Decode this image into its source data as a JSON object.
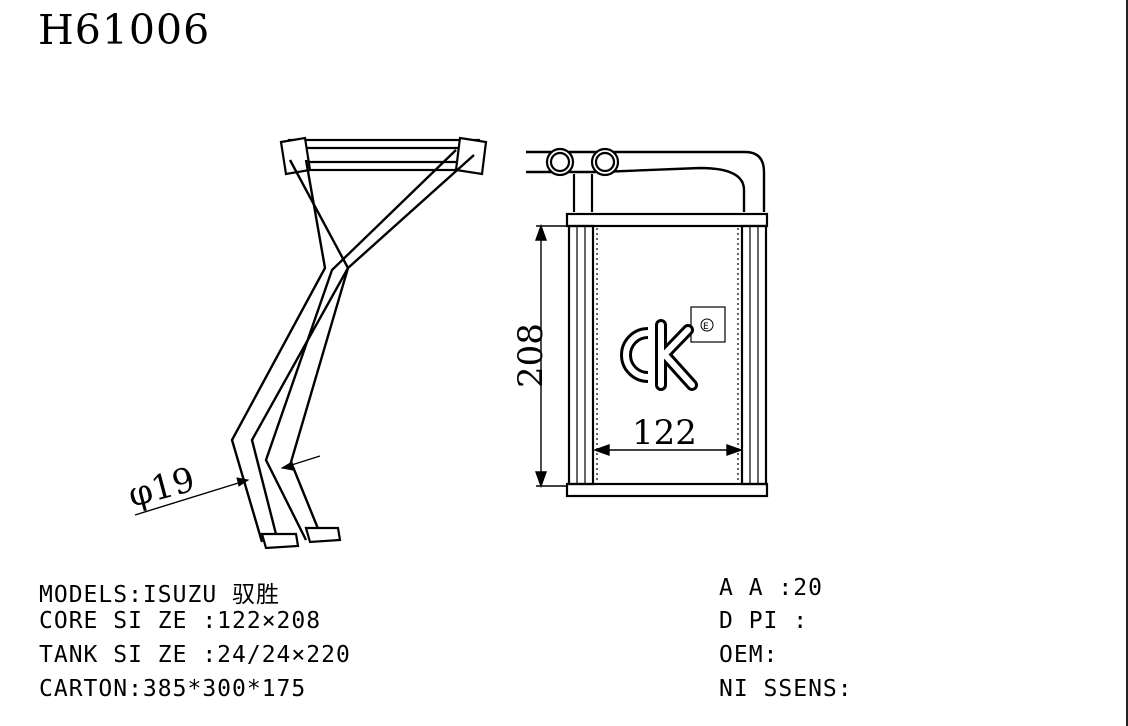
{
  "header": {
    "part_number": "H61006"
  },
  "drawing": {
    "dim_height": "208",
    "dim_width": "122",
    "dim_pipe": "φ19",
    "logo_text": "ck",
    "logo_mark": "E"
  },
  "specs_left": {
    "models": "MODELS:ISUZU 驭胜",
    "core_size": "CORE SI ZE :122×208",
    "tank_size": "TANK SI ZE :24/24×220",
    "carton": "CARTON:385*300*175"
  },
  "specs_right": {
    "aa": "A A :20",
    "dpi": "D PI :",
    "oem": "OEM:",
    "nissens": "NI SSENS:"
  }
}
